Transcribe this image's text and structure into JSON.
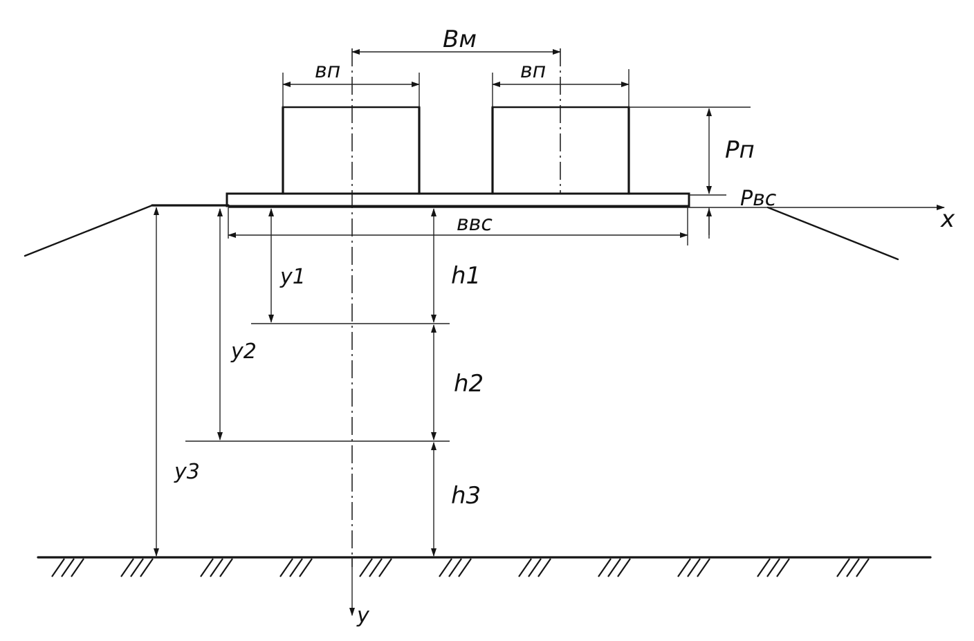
{
  "labels": {
    "bm": "Вм",
    "bn_left": "вп",
    "bn_right": "вп",
    "pn": "Рп",
    "pvs": "Рвс",
    "bvs": "ввс",
    "x_axis": "x",
    "y_axis": "y",
    "y1": "y1",
    "y2": "y2",
    "y3": "y3",
    "h1": "h1",
    "h2": "h2",
    "h3": "h3"
  },
  "style": {
    "line_color": "#151515",
    "background": "#ffffff"
  }
}
